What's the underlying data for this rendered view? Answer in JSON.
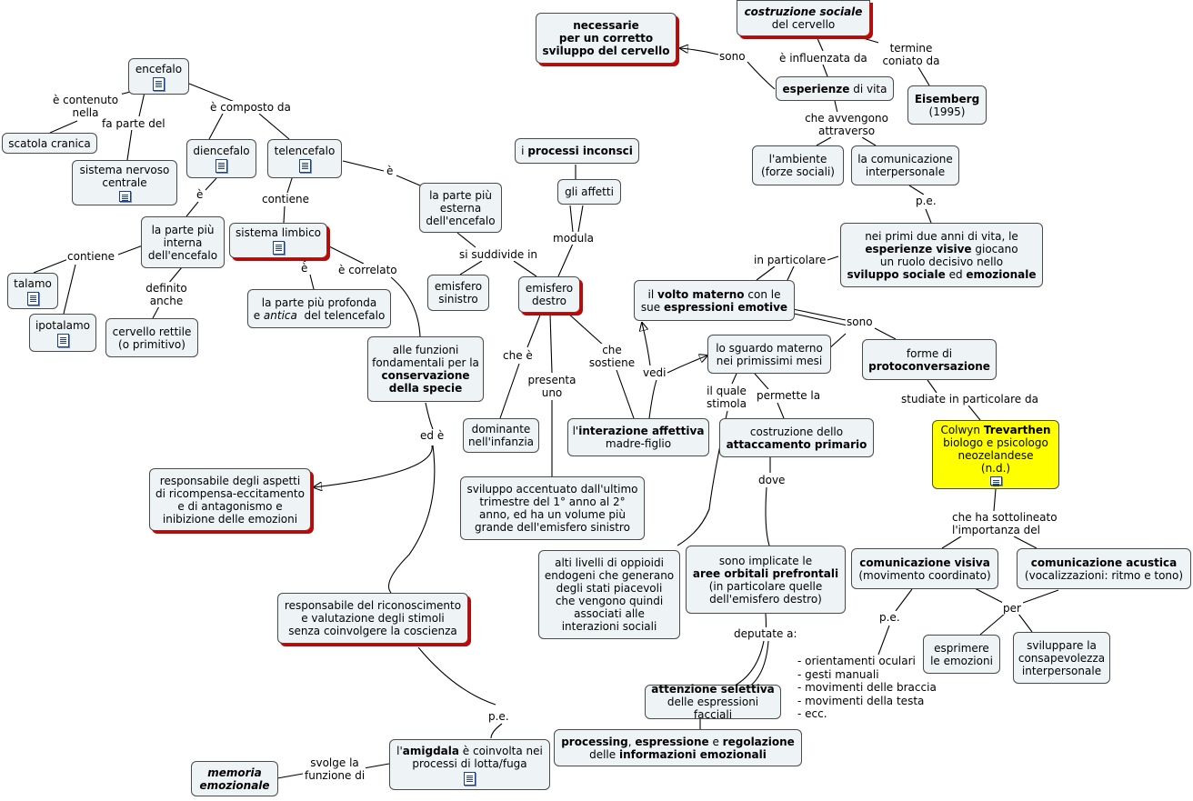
{
  "nodes": {
    "encefalo": "encefalo",
    "scatola_cranica": "scatola cranica",
    "sistema_nervoso": [
      "sistema nervoso",
      "centrale"
    ],
    "diencefalo": "diencefalo",
    "telencefalo": "telencefalo",
    "parte_interna": [
      "la parte più",
      "interna",
      "dell'encefalo"
    ],
    "talamo": "talamo",
    "ipotalamo": "ipotalamo",
    "cervello_rettile": [
      "cervello rettile",
      "(o primitivo)"
    ],
    "sistema_limbico": "sistema limbico",
    "parte_profonda": [
      "la parte più profonda",
      "e ",
      "antica",
      "  del telencefalo"
    ],
    "funzioni_fondamentali": [
      "alle funzioni",
      "fondamentali per la",
      "conservazione",
      "della specie"
    ],
    "ricompensa": [
      "responsabile degli aspetti",
      "di ricompensa-eccitamento",
      "e di antagonismo e",
      "inibizione delle emozioni"
    ],
    "riconoscimento": [
      "responsabile del riconoscimento",
      "e valutazione degli stimoli",
      "senza coinvolgere la coscienza"
    ],
    "amigdala": [
      "l'",
      "amigdala",
      " è coinvolta nei",
      "processi di lotta/fuga"
    ],
    "memoria": [
      "memoria",
      "emozionale"
    ],
    "parte_esterna": [
      "la parte più",
      "esterna",
      "dell'encefalo"
    ],
    "emisfero_sinistro": [
      "emisfero",
      "sinistro"
    ],
    "emisfero_destro": [
      "emisfero",
      "destro"
    ],
    "processi_inconsci": [
      "i ",
      "processi inconsci"
    ],
    "affetti": "gli affetti",
    "dominante": [
      "dominante",
      "nell'infanzia"
    ],
    "sviluppo_accentuato": [
      "sviluppo accentuato dall'ultimo",
      "trimestre del 1° anno al 2°",
      "anno, ed ha un volume più",
      "grande dell'emisfero sinistro"
    ],
    "interazione_affettiva": [
      "l'",
      "interazione affettiva",
      "madre-figlio"
    ],
    "necessarie": [
      "necessarie",
      "per un corretto",
      "sviluppo del cervello"
    ],
    "costruzione_sociale": [
      "costruzione sociale",
      "del cervello"
    ],
    "esperienze_vita": [
      "esperienze",
      " di vita"
    ],
    "eisemberg": [
      "Eisemberg",
      "(1995)"
    ],
    "ambiente": [
      "l'ambiente",
      "(forze sociali)"
    ],
    "comunicazione_interpersonale": [
      "la comunicazione",
      "interpersonale"
    ],
    "primi_due_anni": [
      "nei primi due anni di vita, le",
      "esperienze visive",
      " giocano",
      "un ruolo decisivo nello",
      "sviluppo sociale",
      " ed ",
      "emozionale"
    ],
    "volto_materno": [
      "il ",
      "volto materno",
      " con le",
      "sue ",
      "espressioni emotive"
    ],
    "sguardo_materno": [
      "lo sguardo materno",
      "nei primissimi mesi"
    ],
    "protoconversazione": [
      "forme di",
      "protoconversazione"
    ],
    "trevarthen": [
      "Colwyn ",
      "Trevarthen",
      "biologo e psicologo",
      "neozelandese",
      "(n.d.)"
    ],
    "attaccamento": [
      "costruzione dello",
      "attaccamento primario"
    ],
    "oppioidi": [
      "alti livelli di oppioidi",
      "endogeni che generano",
      "degli stati piacevoli",
      "che vengono quindi",
      "associati alle",
      "interazioni sociali"
    ],
    "aree_orbitali": [
      "sono implicate le",
      "aree orbitali prefrontali",
      "(in particolare quelle",
      "dell'emisfero destro)"
    ],
    "attenzione": [
      "attenzione selettiva",
      "delle espressioni facciali"
    ],
    "processing": [
      "processing",
      ", ",
      "espressione",
      " e ",
      "regolazione",
      "delle ",
      "informazioni emozionali"
    ],
    "comunicazione_visiva": [
      "comunicazione visiva",
      "(movimento coordinato)"
    ],
    "comunicazione_acustica": [
      "comunicazione acustica",
      "(vocalizzazioni: ritmo e tono)"
    ],
    "esprimere": [
      "esprimere",
      "le emozioni"
    ],
    "consapevolezza": [
      "sviluppare la",
      "consapevolezza",
      "interpersonale"
    ]
  },
  "labels": {
    "e_contenuto": [
      "è contenuto",
      "nella"
    ],
    "fa_parte": "fa parte del",
    "composto_da": "è composto da",
    "e_diencefalo": "è",
    "contiene_talamo": "contiene",
    "definito_anche": [
      "definito",
      "anche"
    ],
    "contiene_limbico": "contiene",
    "e_limbico": "è",
    "e_correlato": "è correlato",
    "ed_e": "ed è",
    "pe_amigdala": "p.e.",
    "svolge": [
      "svolge la",
      "funzione di"
    ],
    "e_telencefalo": "è",
    "si_suddivide": "si suddivide in",
    "modula": "modula",
    "che_e": "che è",
    "presenta_uno": [
      "presenta",
      "uno"
    ],
    "che_sostiene": [
      "che",
      "sostiene"
    ],
    "vedi": "vedi",
    "sono_necessarie": "sono",
    "influenzata": "è influenzata da",
    "termine": [
      "termine",
      "coniato da"
    ],
    "che_avvengono": [
      "che avvengono",
      "attraverso"
    ],
    "pe_comunicazione": "p.e.",
    "in_particolare": "in particolare",
    "sono_forme": "sono",
    "il_quale": [
      "il quale",
      "stimola"
    ],
    "permette": "permette la",
    "studiate": "studiate in particolare da",
    "dove": "dove",
    "deputate": "deputate a:",
    "sottolineato": [
      "che ha sottolineato",
      "l'importanza del"
    ],
    "per": "per",
    "pe_visiva": "p.e."
  },
  "examples_list": [
    "- orientamenti oculari",
    "- gesti manuali",
    "- movimenti delle braccia",
    "- movimenti della testa",
    "- ecc."
  ]
}
